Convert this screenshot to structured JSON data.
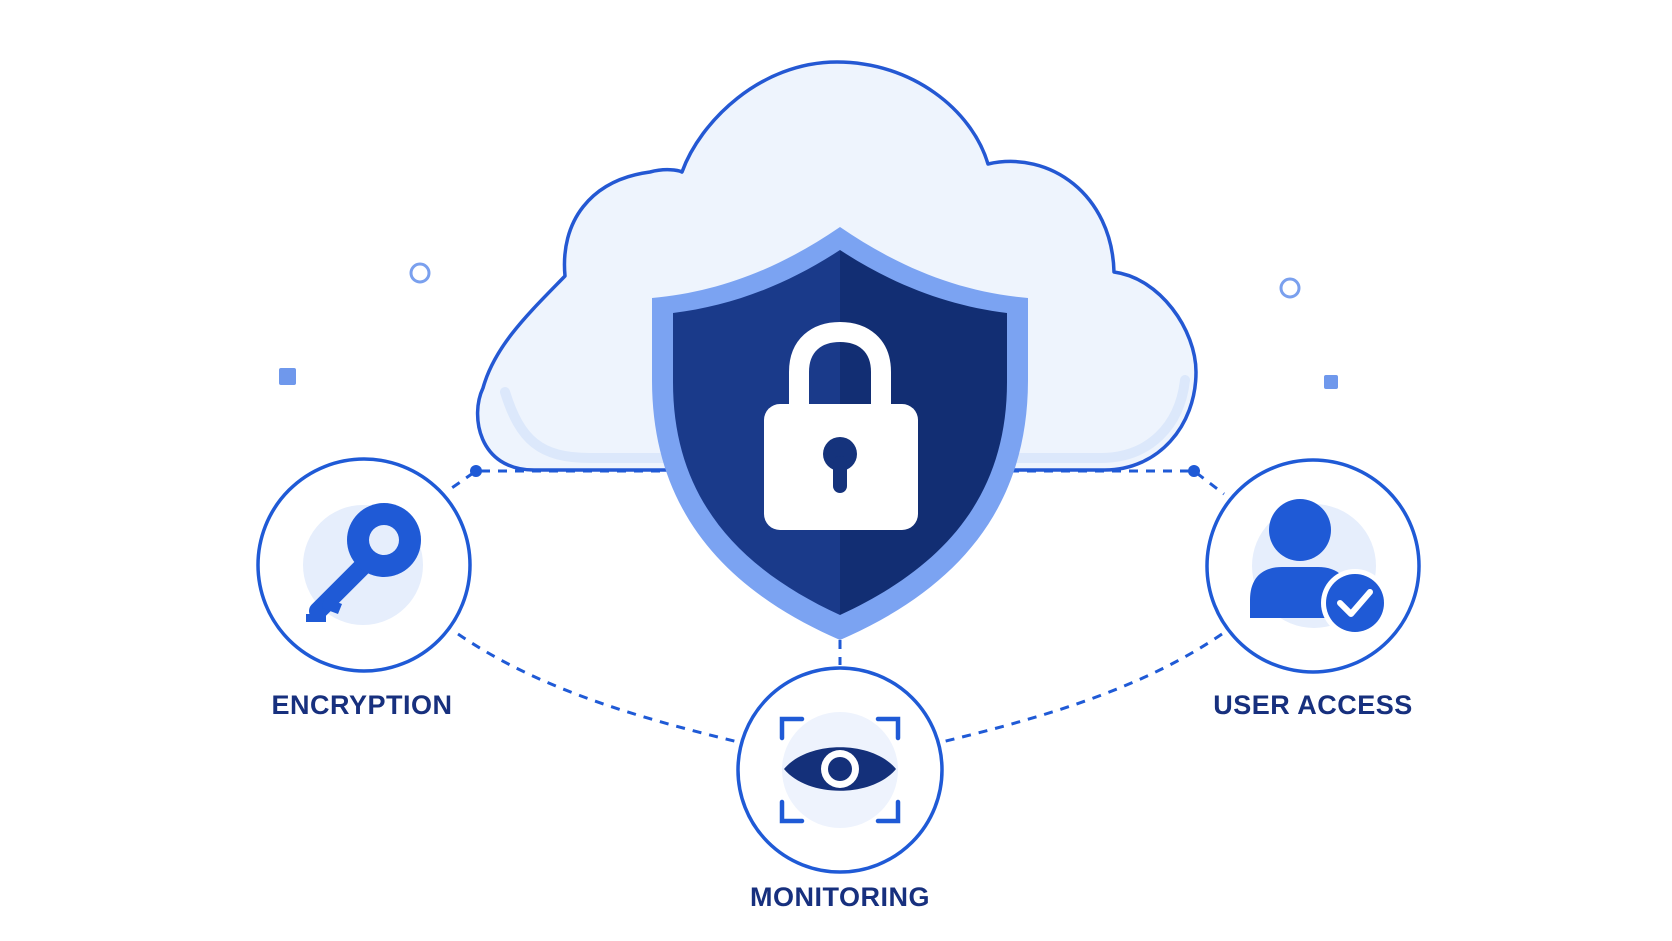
{
  "colors": {
    "primary_blue": "#1f5ad6",
    "navy": "#14307a",
    "navy_dark": "#1c3f92",
    "shield_border": "#6e9af0",
    "cloud_fill": "#eef4fd",
    "cloud_stroke": "#2458d3",
    "accent_light": "#e6eefc",
    "label_text": "#17307e"
  },
  "diagram": {
    "center": {
      "name": "cloud",
      "icons": [
        "cloud-icon",
        "shield-icon",
        "padlock-icon"
      ]
    },
    "nodes": [
      {
        "id": "encryption",
        "label": "ENCRYPTION",
        "icon": "key-icon"
      },
      {
        "id": "monitoring",
        "label": "MONITORING",
        "icon": "eye-icon"
      },
      {
        "id": "user-access",
        "label": "USER ACCESS",
        "icon": "user-check-icon"
      }
    ],
    "connectors": [
      {
        "from": "cloud",
        "to": "encryption",
        "style": "dashed"
      },
      {
        "from": "cloud",
        "to": "user-access",
        "style": "dashed"
      },
      {
        "from": "shield",
        "to": "monitoring",
        "style": "dashed"
      },
      {
        "from": "encryption",
        "to": "monitoring",
        "style": "dashed"
      },
      {
        "from": "user-access",
        "to": "monitoring",
        "style": "dashed"
      }
    ],
    "decorations": [
      "ring",
      "ring",
      "square",
      "square"
    ]
  }
}
